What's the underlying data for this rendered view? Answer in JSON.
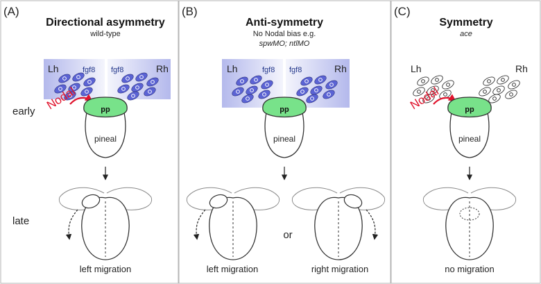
{
  "colors": {
    "border": "#b5b5b5",
    "fgf8_field": "#b4b9ec",
    "cell_fill": "#5b63d4",
    "cell_nucleus": "#ffffff",
    "pp_fill": "#78e28a",
    "nodal": "#e0142d",
    "line": "#333333",
    "faint_line": "#8a8a8a"
  },
  "row_labels": {
    "early": "early",
    "late": "late"
  },
  "panels": {
    "a": {
      "panel_label": "(A)",
      "title": "Directional asymmetry",
      "subtitle": "wild-type",
      "lh": "Lh",
      "rh": "Rh",
      "fgf8_left": "fgf8",
      "fgf8_right": "fgf8",
      "nodal": "Nodal",
      "pp": "pp",
      "pineal": "pineal",
      "migration": "left migration"
    },
    "b": {
      "panel_label": "(B)",
      "title": "Anti-symmetry",
      "subtitle": "No Nodal bias e.g.",
      "subtitle2": "spwMO;  ntlMO",
      "lh": "Lh",
      "rh": "Rh",
      "fgf8_left": "fgf8",
      "fgf8_right": "fgf8",
      "pp": "pp",
      "pineal": "pineal",
      "migration_left": "left migration",
      "migration_right": "right migration",
      "or": "or"
    },
    "c": {
      "panel_label": "(C)",
      "title": "Symmetry",
      "subtitle": "ace",
      "lh": "Lh",
      "rh": "Rh",
      "nodal": "Nodal",
      "pp": "pp",
      "pineal": "pineal",
      "migration": "no migration"
    }
  }
}
